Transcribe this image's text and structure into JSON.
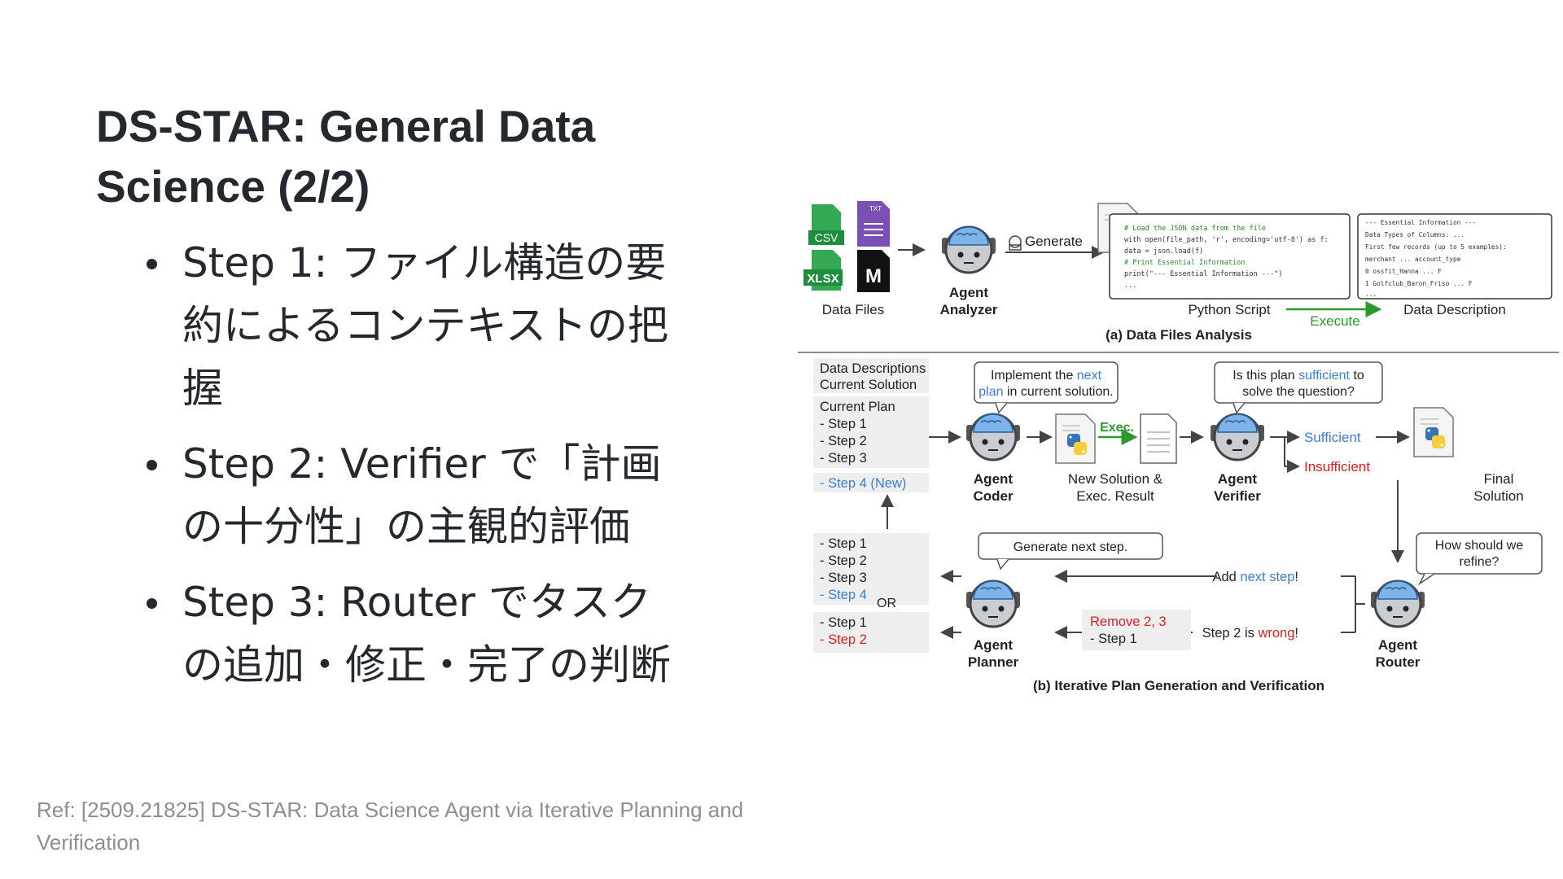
{
  "slide": {
    "title": "DS-STAR: General Data Science (2/2)",
    "bullets": [
      "Step 1: ファイル構造の要約によるコンテキストの把握",
      "Step 2: Verifier で「計画の十分性」の主観的評価",
      "Step 3: Router でタスクの追加・修正・完了の判断"
    ],
    "ref": "Ref: [2509.21825] DS-STAR: Data Science Agent via Iterative Planning and Verification"
  },
  "figure": {
    "part_a": {
      "file_icons": [
        "CSV",
        "TXT",
        "XLSX",
        "M"
      ],
      "data_files_label": "Data Files",
      "agent_analyzer": [
        "Agent",
        "Analyzer"
      ],
      "generate_label": "Generate",
      "code_lines": [
        "# Load the JSON data from the file",
        "with open(file_path, 'r', encoding='utf-8') as f:",
        "    data = json.load(f)",
        "# Print Essential Information",
        "print(\"--- Essential Information ---\")",
        "..."
      ],
      "python_script_label": "Python Script",
      "execute_label": "Execute",
      "desc_lines": [
        "--- Essential Information ---",
        "Data Types of Columns: ...",
        "First few records (up to 5 examples):",
        "                merchant  ...  account_type",
        "0          ossfit_Hanna   ...            F",
        "1 Golfclub_Baron_Friso  ...            F",
        "..."
      ],
      "data_description_label": "Data Description",
      "caption": "(a) Data Files Analysis"
    },
    "part_b": {
      "input_box": [
        "Data Descriptions",
        "Current Solution"
      ],
      "plan_box": [
        "Current Plan",
        "- Step 1",
        "- Step 2",
        "- Step 3"
      ],
      "new_step": "- Step 4 (New)",
      "coder_bubble": [
        "Implement the ",
        "next",
        " plan",
        " in current solution."
      ],
      "agent_coder": [
        "Agent",
        "Coder"
      ],
      "exec_label": "Exec.",
      "new_solution_label": [
        "New Solution &",
        "Exec. Result"
      ],
      "verifier_bubble": [
        "Is this plan ",
        "sufficient",
        " to",
        "solve the question?"
      ],
      "agent_verifier": [
        "Agent",
        "Verifier"
      ],
      "sufficient_label": "Sufficient",
      "insufficient_label": "Insufficient",
      "final_solution_label": [
        "Final",
        "Solution"
      ],
      "add_plan_box": [
        "- Step 1",
        "- Step 2",
        "- Step 3",
        "- Step 4"
      ],
      "or_label": "OR",
      "fix_plan_box": [
        "- Step 1",
        "- Step 2"
      ],
      "planner_bubble": "Generate next step.",
      "agent_planner": [
        "Agent",
        "Planner"
      ],
      "add_next_step": [
        "Add ",
        "next step",
        "!"
      ],
      "remove_box": [
        "Remove 2, 3",
        "- Step 1"
      ],
      "step_wrong": [
        "Step 2 is ",
        "wrong",
        "!"
      ],
      "router_bubble": [
        "How should we",
        "refine?"
      ],
      "agent_router": [
        "Agent",
        "Router"
      ],
      "caption": "(b) Iterative Plan Generation and Verification"
    },
    "colors": {
      "blue": "#3b7dd8",
      "red": "#e02020",
      "green": "#2a9a2a",
      "gray_box": "#eeeeee",
      "csv_green": "#34a853",
      "txt_purple": "#7b4fb3"
    }
  }
}
